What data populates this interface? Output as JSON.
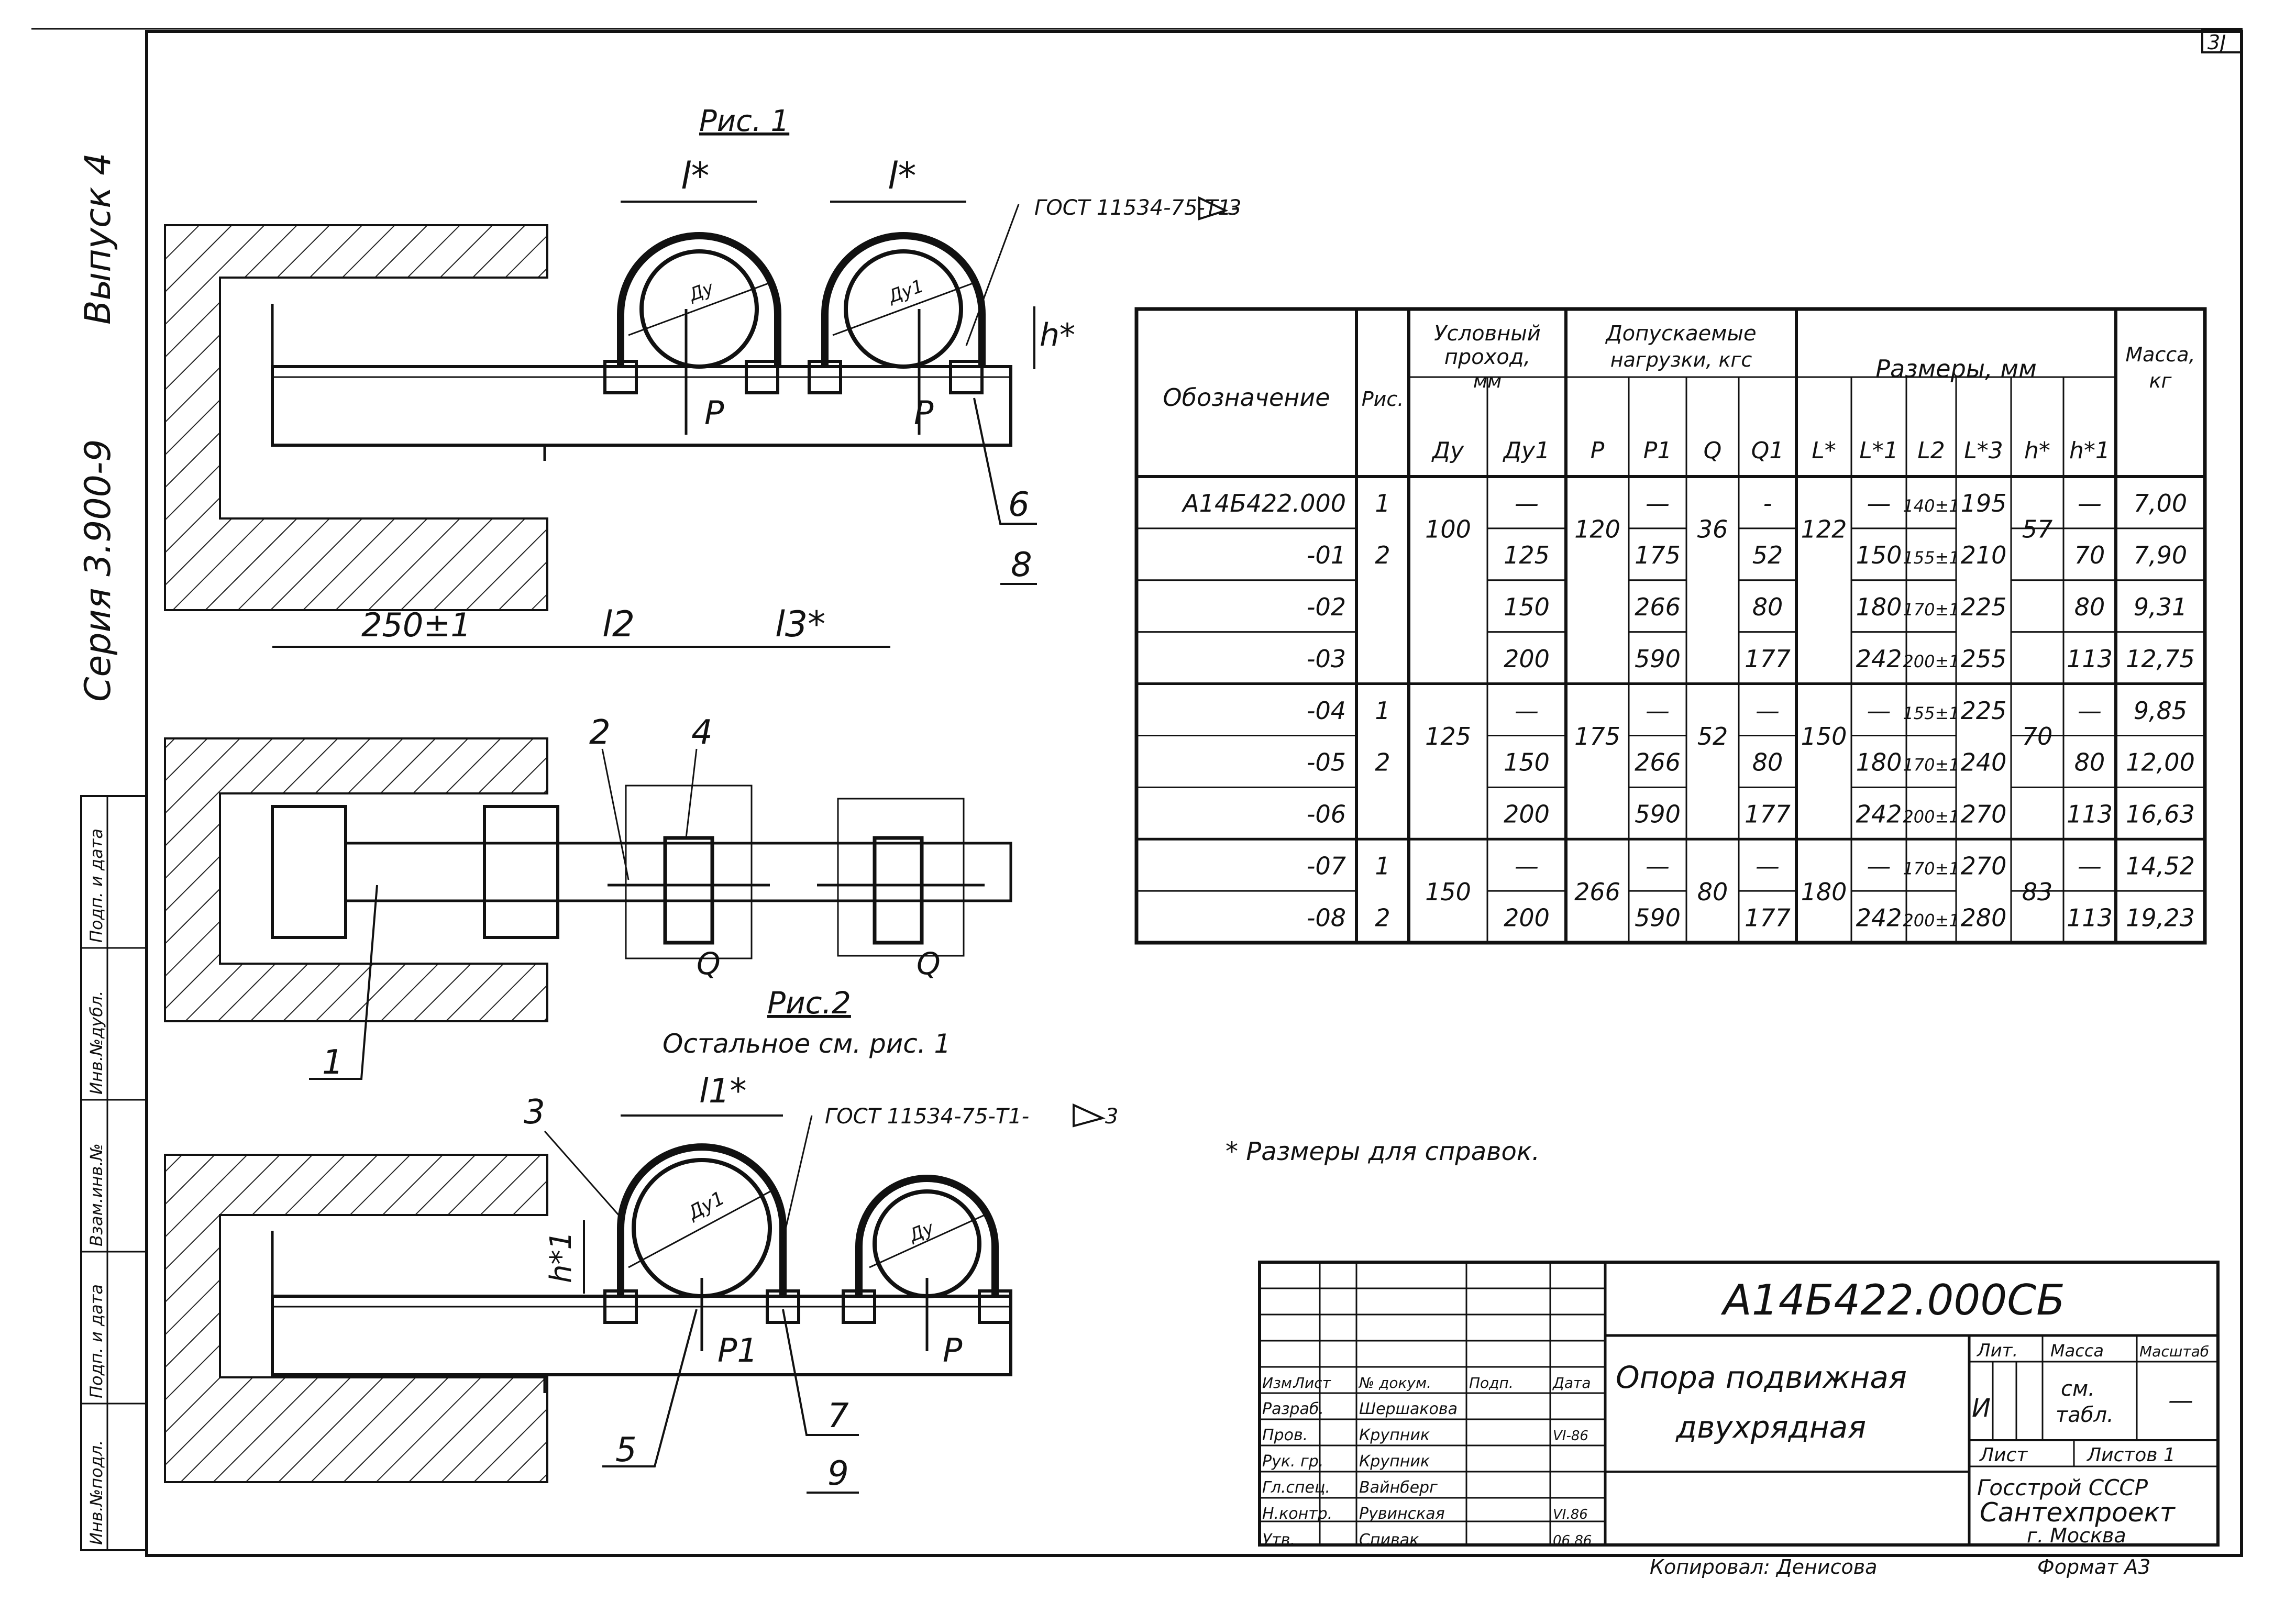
{
  "page": {
    "sheet_number": "3J"
  },
  "side_text": {
    "series": "Серия 3.900-9",
    "issue": "Выпуск 4"
  },
  "left_strip": [
    "Инв.№подл.",
    "Подп. и дата",
    "Взам.инв.№",
    "Инв.№дубл.",
    "Подп. и дата"
  ],
  "figure1": {
    "title": "Рис. 1",
    "gost": "ГОСТ 11534-75-Т1-",
    "gost_symbol": "3",
    "l_star": "l*",
    "dy": "Ду",
    "dy1": "Ду1",
    "h_star": "h*",
    "P": "P",
    "dim_250": "250±1",
    "l2": "l2",
    "l3": "l3*",
    "callout_6": "6",
    "callout_8": "8"
  },
  "figure2": {
    "title": "Рис.2",
    "subtitle": "Остальное см. рис. 1",
    "callout_1": "1",
    "callout_2": "2",
    "callout_4": "4",
    "Q": "Q"
  },
  "figure3": {
    "l1_star": "l1*",
    "gost": "ГОСТ 11534-75-Т1-",
    "gost_symbol": "3",
    "h1_star": "h*1",
    "dy1": "Ду1",
    "dy": "Ду",
    "P1": "P1",
    "P": "P",
    "callout_3": "3",
    "callout_5": "5",
    "callout_7": "7",
    "callout_9": "9"
  },
  "table": {
    "headers": {
      "designation": "Обозначение",
      "fig": "Рис.",
      "nominal_bore": "Условный проход, мм",
      "loads": "Допускаемые нагрузки, кгс",
      "dims": "Размеры, мм",
      "mass": "Масса, кг"
    },
    "subheaders": [
      "Ду",
      "Ду1",
      "P",
      "P1",
      "Q",
      "Q1",
      "L*",
      "L*1",
      "L2",
      "L*3",
      "h*",
      "h*1"
    ],
    "rows": [
      {
        "des": "А14Б422.000",
        "fig": "1",
        "dy": "100",
        "dy1": "—",
        "p": "120",
        "p1": "—",
        "q": "36",
        "q1": "-",
        "l": "122",
        "l1": "—",
        "l2": "140±1",
        "l3": "195",
        "h": "57",
        "h1": "—",
        "mass": "7,00"
      },
      {
        "des": "-01",
        "fig": "2",
        "dy": "",
        "dy1": "125",
        "p": "",
        "p1": "175",
        "q": "",
        "q1": "52",
        "l": "",
        "l1": "150",
        "l2": "155±1",
        "l3": "210",
        "h": "",
        "h1": "70",
        "mass": "7,90"
      },
      {
        "des": "-02",
        "fig": "",
        "dy": "",
        "dy1": "150",
        "p": "",
        "p1": "266",
        "q": "",
        "q1": "80",
        "l": "",
        "l1": "180",
        "l2": "170±1",
        "l3": "225",
        "h": "",
        "h1": "80",
        "mass": "9,31"
      },
      {
        "des": "-03",
        "fig": "",
        "dy": "",
        "dy1": "200",
        "p": "",
        "p1": "590",
        "q": "",
        "q1": "177",
        "l": "",
        "l1": "242",
        "l2": "200±1",
        "l3": "255",
        "h": "",
        "h1": "113",
        "mass": "12,75"
      },
      {
        "des": "-04",
        "fig": "1",
        "dy": "125",
        "dy1": "—",
        "p": "175",
        "p1": "—",
        "q": "52",
        "q1": "—",
        "l": "150",
        "l1": "—",
        "l2": "155±1",
        "l3": "225",
        "h": "70",
        "h1": "—",
        "mass": "9,85"
      },
      {
        "des": "-05",
        "fig": "2",
        "dy": "",
        "dy1": "150",
        "p": "",
        "p1": "266",
        "q": "",
        "q1": "80",
        "l": "",
        "l1": "180",
        "l2": "170±1",
        "l3": "240",
        "h": "",
        "h1": "80",
        "mass": "12,00"
      },
      {
        "des": "-06",
        "fig": "",
        "dy": "",
        "dy1": "200",
        "p": "",
        "p1": "590",
        "q": "",
        "q1": "177",
        "l": "",
        "l1": "242",
        "l2": "200±1",
        "l3": "270",
        "h": "",
        "h1": "113",
        "mass": "16,63"
      },
      {
        "des": "-07",
        "fig": "1",
        "dy": "150",
        "dy1": "—",
        "p": "266",
        "p1": "—",
        "q": "80",
        "q1": "—",
        "l": "180",
        "l1": "—",
        "l2": "170±1",
        "l3": "270",
        "h": "83",
        "h1": "—",
        "mass": "14,52"
      },
      {
        "des": "-08",
        "fig": "2",
        "dy": "",
        "dy1": "200",
        "p": "",
        "p1": "590",
        "q": "",
        "q1": "177",
        "l": "",
        "l1": "242",
        "l2": "200±1",
        "l3": "280",
        "h": "",
        "h1": "113",
        "mass": "19,23"
      }
    ]
  },
  "note": "* Размеры для справок.",
  "title_block": {
    "doc_number": "А14Б422.000СБ",
    "name_line1": "Опора подвижная",
    "name_line2": "двухрядная",
    "col_headers": [
      "Изм.",
      "Лист",
      "№ докум.",
      "Подп.",
      "Дата"
    ],
    "roles": [
      {
        "role": "Разраб.",
        "name": "Шершакова",
        "date": ""
      },
      {
        "role": "Пров.",
        "name": "Крупник",
        "date": "VI-86"
      },
      {
        "role": "Рук. гр.",
        "name": "Крупник",
        "date": ""
      },
      {
        "role": "Гл.спец.",
        "name": "Вайнберг",
        "date": ""
      },
      {
        "role": "Н.контр.",
        "name": "Рувинская",
        "date": "VI.86"
      },
      {
        "role": "Утв.",
        "name": "Спивак",
        "date": "06.86"
      }
    ],
    "lit_label": "Лит.",
    "lit_value": "И",
    "mass_label": "Масса",
    "mass_value_1": "см.",
    "mass_value_2": "табл.",
    "scale_label": "Масштаб",
    "scale_value": "—",
    "sheet_label": "Лист",
    "sheets_label": "Листов 1",
    "org_line1": "Госстрой СССР",
    "org_line2": "Сантехпроект",
    "org_line3": "г. Москва",
    "copied": "Копировал: Денисова",
    "format": "Формат А3"
  }
}
